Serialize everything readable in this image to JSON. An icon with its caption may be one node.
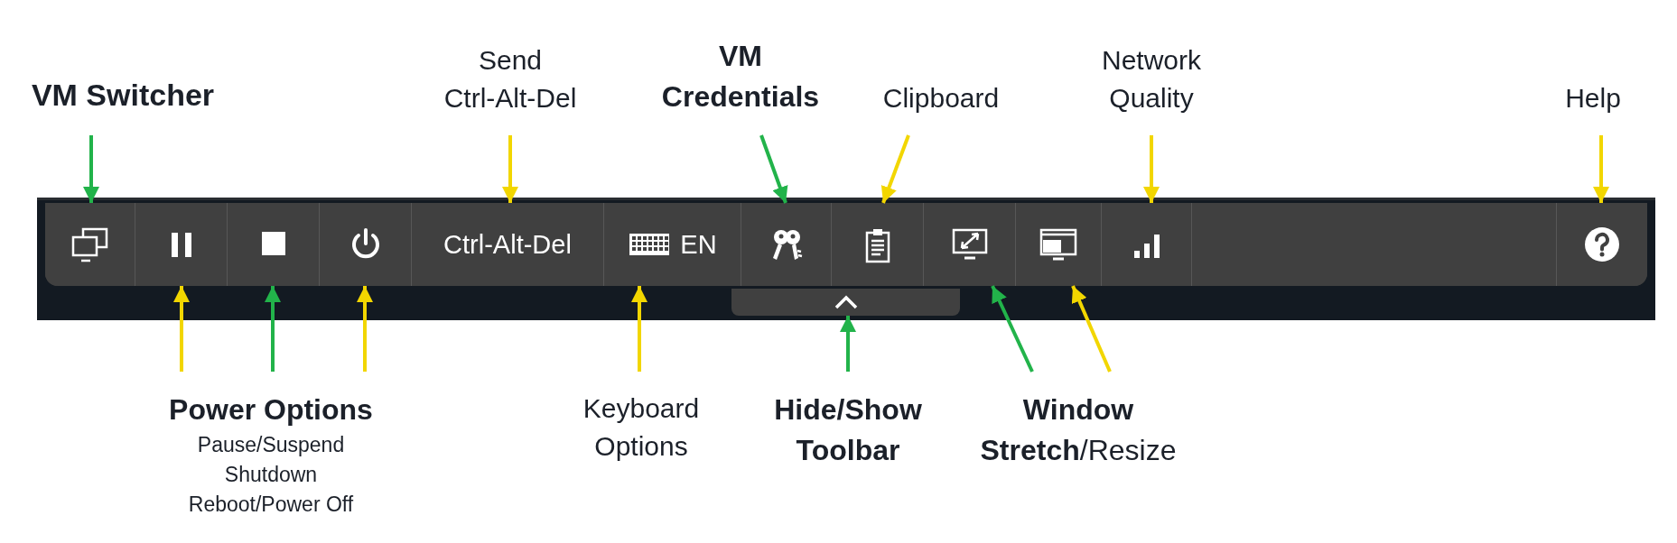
{
  "diagram": {
    "nodes": [
      {
        "text": [],
        "shape": "bar"
      },
      {
        "text": [],
        "shape": "box",
        "in": 0
      },
      {
        "text": [],
        "shape": "box",
        "in": 0
      },
      {
        "text": [],
        "shape": "box",
        "in": 0
      },
      {
        "text": [],
        "shape": "box",
        "in": 0
      },
      {
        "text": [
          "Ctrl-Alt-Del"
        ],
        "in": 0
      },
      {
        "text": [
          "EN"
        ],
        "in": 0
      },
      {
        "text": [],
        "shape": "box",
        "in": 0
      },
      {
        "text": [],
        "shape": "box",
        "in": 0
      },
      {
        "text": [],
        "shape": "box",
        "in": 0
      },
      {
        "text": [],
        "shape": "box",
        "in": 0
      },
      {
        "text": [],
        "shape": "box",
        "in": 0
      },
      {
        "text": [],
        "shape": "box",
        "in": 0
      },
      {
        "text": [],
        "shape": "box",
        "in": 0
      },
      {
        "text": [
          "VM Switcher"
        ]
      },
      {
        "text": [
          "Send Ctrl-Alt-Del"
        ]
      },
      {
        "text": [
          "VM Credentials"
        ]
      },
      {
        "text": [
          "Clipboard"
        ]
      },
      {
        "text": [
          "Network Quality"
        ]
      },
      {
        "text": [
          "Help"
        ]
      },
      {
        "text": [
          "Power Options",
          "Pause/Suspend Shutdown Reboot/Power Off"
        ]
      },
      {
        "text": [
          "Keyboard Options"
        ]
      },
      {
        "text": [
          "Hide/Show Toolbar"
        ]
      },
      {
        "text": [
          "**Window Stretch**/Resize"
        ]
      }
    ],
    "edges": [
      {
        "from": 14,
        "to": 1,
        "arrow": "to",
        "color": "#22b34a"
      },
      {
        "from": 15,
        "to": 5,
        "arrow": "to"
      },
      {
        "from": 16,
        "to": 7,
        "arrow": "to",
        "color": "#22b34a"
      },
      {
        "from": 17,
        "to": 8,
        "arrow": "to"
      },
      {
        "from": 18,
        "to": 11,
        "arrow": "to"
      },
      {
        "from": 19,
        "to": 12,
        "arrow": "to"
      },
      {
        "from": 20,
        "to": 2,
        "arrow": "to"
      },
      {
        "from": 20,
        "to": 3,
        "arrow": "to",
        "color": "#22b34a"
      },
      {
        "from": 20,
        "to": 4,
        "arrow": "to"
      },
      {
        "from": 21,
        "to": 6,
        "arrow": "to"
      },
      {
        "from": 22,
        "to": 13,
        "arrow": "to",
        "color": "#22b34a"
      },
      {
        "from": 23,
        "to": 9,
        "arrow": "to",
        "color": "#22b34a"
      },
      {
        "from": 23,
        "to": 10,
        "arrow": "to"
      }
    ]
  }
}
